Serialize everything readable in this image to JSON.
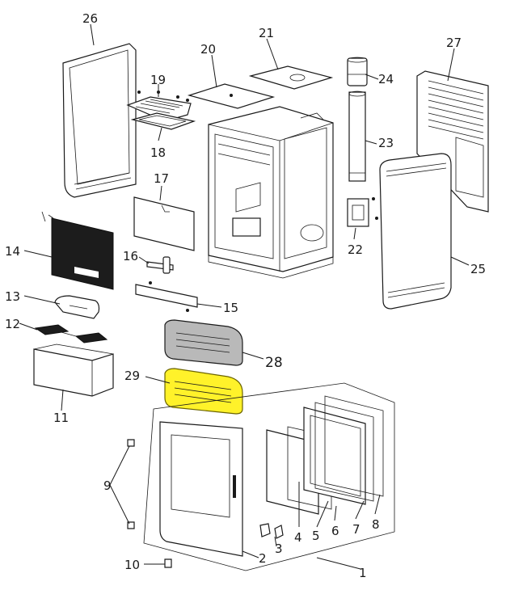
{
  "diagram": {
    "highlight_color": "#fff22a",
    "highlighted_part": "29",
    "callouts": [
      {
        "id": "c1",
        "text": "1"
      },
      {
        "id": "c2",
        "text": "2"
      },
      {
        "id": "c3",
        "text": "3"
      },
      {
        "id": "c4",
        "text": "4"
      },
      {
        "id": "c5",
        "text": "5"
      },
      {
        "id": "c6",
        "text": "6"
      },
      {
        "id": "c7",
        "text": "7"
      },
      {
        "id": "c8",
        "text": "8"
      },
      {
        "id": "c9",
        "text": "9"
      },
      {
        "id": "c10",
        "text": "10"
      },
      {
        "id": "c11",
        "text": "11"
      },
      {
        "id": "c12",
        "text": "12"
      },
      {
        "id": "c13",
        "text": "13"
      },
      {
        "id": "c14",
        "text": "14"
      },
      {
        "id": "c15",
        "text": "15"
      },
      {
        "id": "c16",
        "text": "16"
      },
      {
        "id": "c17",
        "text": "17"
      },
      {
        "id": "c18",
        "text": "18"
      },
      {
        "id": "c19",
        "text": "19"
      },
      {
        "id": "c20",
        "text": "20"
      },
      {
        "id": "c21",
        "text": "21"
      },
      {
        "id": "c22",
        "text": "22"
      },
      {
        "id": "c23",
        "text": "23"
      },
      {
        "id": "c24",
        "text": "24"
      },
      {
        "id": "c25",
        "text": "25"
      },
      {
        "id": "c26",
        "text": "26"
      },
      {
        "id": "c27",
        "text": "27"
      },
      {
        "id": "c28",
        "text": "28"
      },
      {
        "id": "c29",
        "text": "29"
      }
    ]
  }
}
